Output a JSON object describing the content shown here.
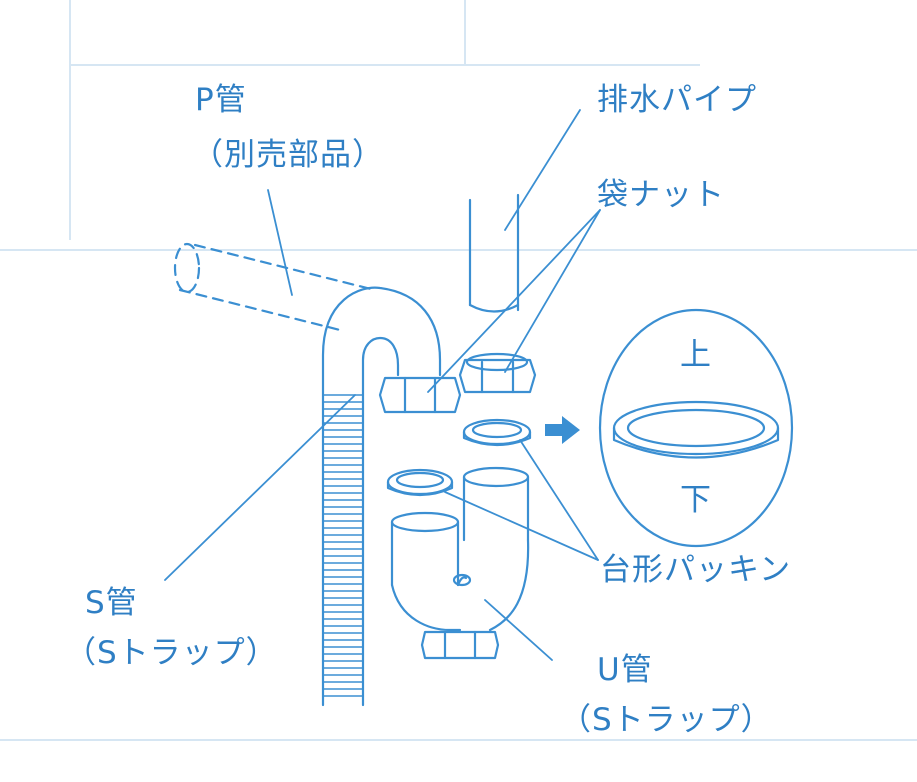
{
  "colors": {
    "line": "#3b8fd2",
    "text": "#2f7fc4",
    "arrow": "#3b8fd2",
    "faint_background": "#d6e6f3"
  },
  "labels": {
    "p_pipe": "P管",
    "p_pipe_note": "（別売部品）",
    "drain_pipe": "排水パイプ",
    "bag_nut": "袋ナット",
    "top": "上",
    "bottom": "下",
    "trapezoid_packing": "台形パッキン",
    "s_pipe": "S管",
    "s_pipe_note": "（Sトラップ）",
    "u_pipe": "U管",
    "u_pipe_note": "（Sトラップ）"
  },
  "icons": {
    "arrow": "right-arrow-icon"
  }
}
